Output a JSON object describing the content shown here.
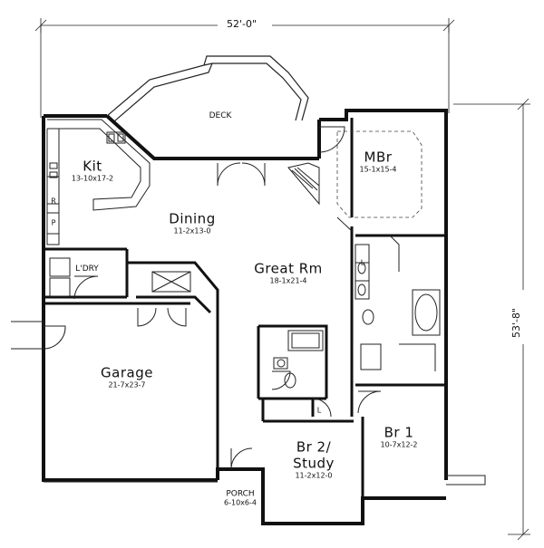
{
  "overall_dimensions": {
    "width": "52'-0\"",
    "depth": "53'-8\""
  },
  "rooms": {
    "kit": {
      "name": "Kit",
      "dims": "13-10x17-2"
    },
    "dining": {
      "name": "Dining",
      "dims": "11-2x13-0"
    },
    "mbr": {
      "name": "MBr",
      "dims": "15-1x15-4"
    },
    "great": {
      "name": "Great Rm",
      "dims": "18-1x21-4"
    },
    "garage": {
      "name": "Garage",
      "dims": "21-7x23-7"
    },
    "br1": {
      "name": "Br 1",
      "dims": "10-7x12-2"
    },
    "br2": {
      "name": "Br 2/",
      "name2": "Study",
      "dims": "11-2x12-0"
    },
    "porch": {
      "name": "PORCH",
      "dims": "6-10x6-4"
    },
    "deck": {
      "name": "DECK"
    },
    "laundry": {
      "name": "L'DRY"
    }
  },
  "fixture_labels": {
    "refrigerator": "R",
    "pantry": "P",
    "linen_a": "L",
    "linen_b": "L"
  }
}
